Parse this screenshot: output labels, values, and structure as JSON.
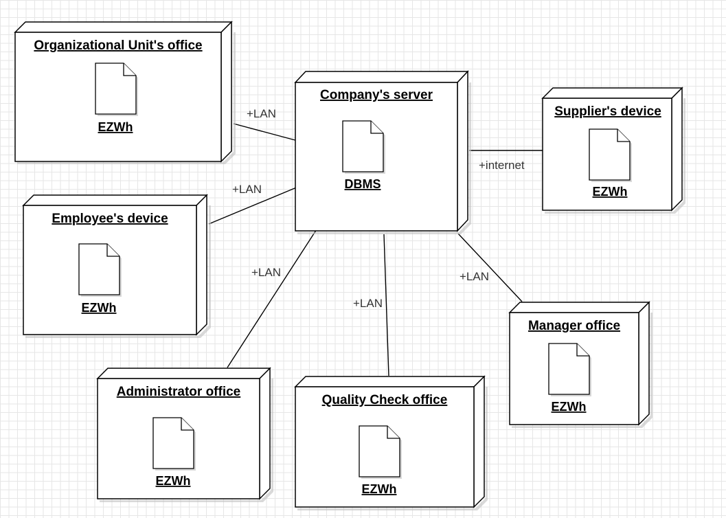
{
  "nodes": {
    "org_unit": {
      "title": "Organizational Unit's office",
      "artifact": "EZWh"
    },
    "company_server": {
      "title": "Company's server",
      "artifact": "DBMS"
    },
    "supplier": {
      "title": "Supplier's device",
      "artifact": "EZWh"
    },
    "employee": {
      "title": "Employee's device",
      "artifact": "EZWh"
    },
    "manager": {
      "title": "Manager office",
      "artifact": "EZWh"
    },
    "administrator": {
      "title": "Administrator office",
      "artifact": "EZWh"
    },
    "quality_check": {
      "title": "Quality Check office",
      "artifact": "EZWh"
    }
  },
  "connections": {
    "org_unit_server": "+LAN",
    "employee_server": "+LAN",
    "supplier_server": "+internet",
    "administrator_server": "+LAN",
    "quality_server": "+LAN",
    "manager_server": "+LAN"
  }
}
